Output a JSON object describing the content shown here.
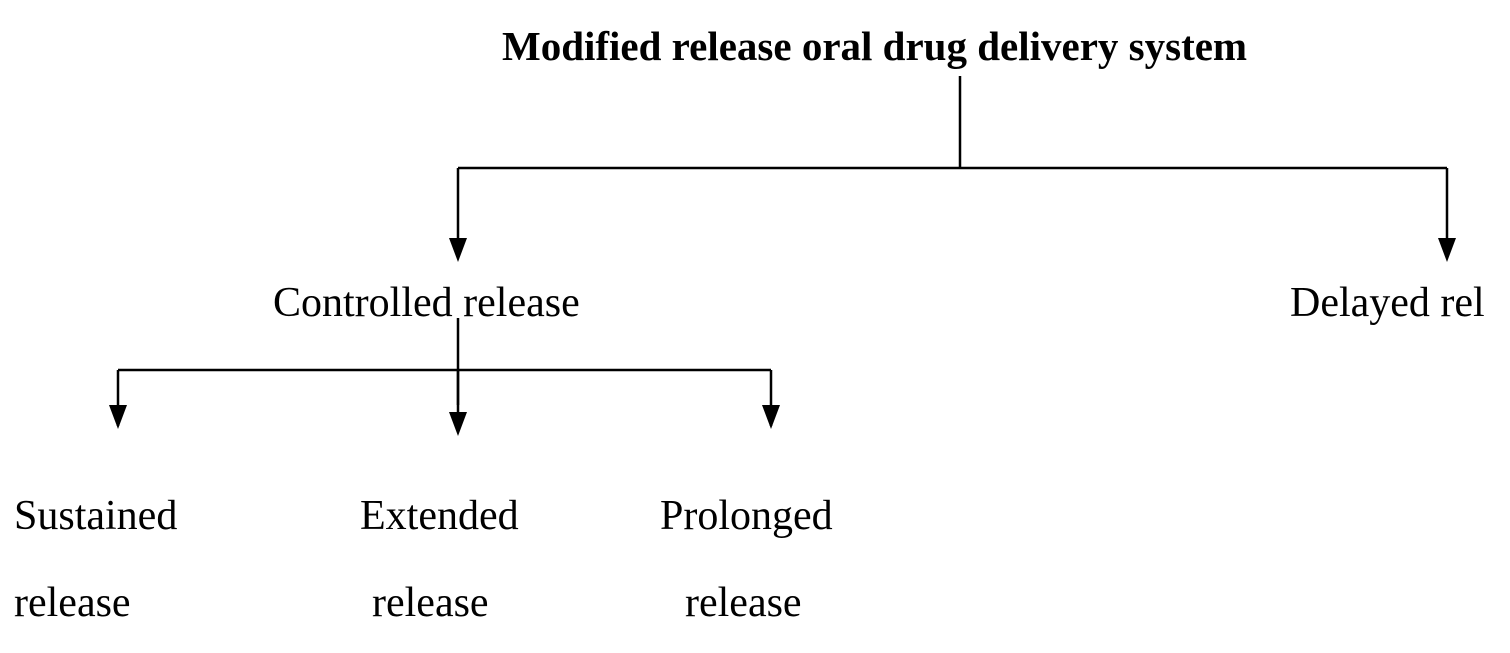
{
  "root": {
    "label": "Modified release oral drug delivery system"
  },
  "level1": {
    "controlled": "Controlled release",
    "delayed": "Delayed rel"
  },
  "level2": {
    "sustained": {
      "line1": "Sustained",
      "line2": "release"
    },
    "extended": {
      "line1": "Extended",
      "line2": "release"
    },
    "prolonged": {
      "line1": "Prolonged",
      "line2": "release"
    }
  },
  "colors": {
    "background": "#ffffff",
    "text": "#000000",
    "connector": "#000000"
  }
}
